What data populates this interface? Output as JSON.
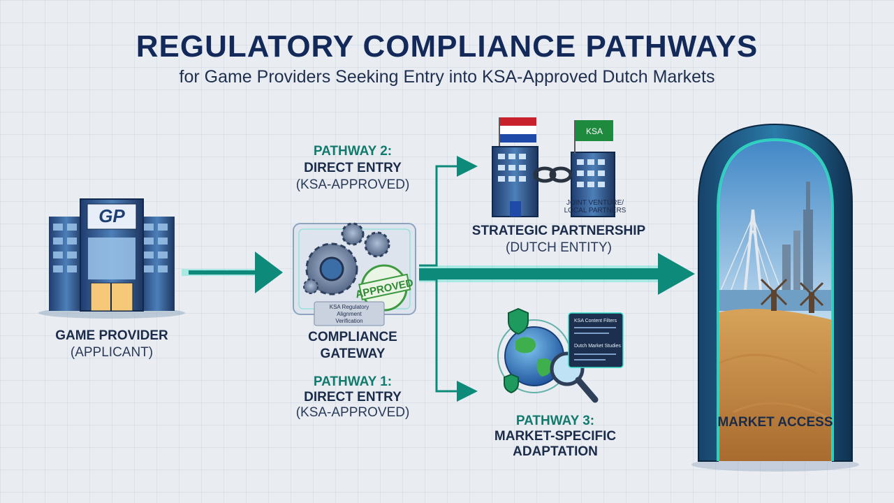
{
  "title": "REGULATORY COMPLIANCE PATHWAYS",
  "subtitle": "for Game Providers Seeking Entry into KSA-Approved Dutch Markets",
  "provider": {
    "badge": "GP",
    "name": "GAME PROVIDER",
    "role": "(APPLICANT)"
  },
  "gateway": {
    "name_line1": "COMPLIANCE",
    "name_line2": "GATEWAY",
    "stamp": "APPROVED",
    "panel_line1": "KSA Regulatory",
    "panel_line2": "Alignment",
    "panel_line3": "Verification"
  },
  "pathway1": {
    "label": "PATHWAY 1:",
    "line2": "DIRECT ENTRY",
    "line3": "(KSA-APPROVED)"
  },
  "pathway2": {
    "label": "PATHWAY 2:",
    "line2": "DIRECT ENTRY",
    "line3": "(KSA-APPROVED)"
  },
  "partnership": {
    "title": "STRATEGIC PARTNERSHIP",
    "subtitle": "(DUTCH ENTITY)",
    "tag_line1": "JOINT VENTURE/",
    "tag_line2": "LOCAL PARTNERS",
    "flag_text": "KSA"
  },
  "pathway3": {
    "label": "PATHWAY 3:",
    "line2": "MARKET-SPECIFIC",
    "line3": "ADAPTATION",
    "panel_line1": "KSA Content Filters",
    "panel_line2": "Dutch Market Studies"
  },
  "market": {
    "label": "MARKET ACCESS"
  },
  "colors": {
    "teal": "#127a6c",
    "navy": "#13295a",
    "arrow": "#0e8a7a",
    "glow": "#33e0c8"
  }
}
